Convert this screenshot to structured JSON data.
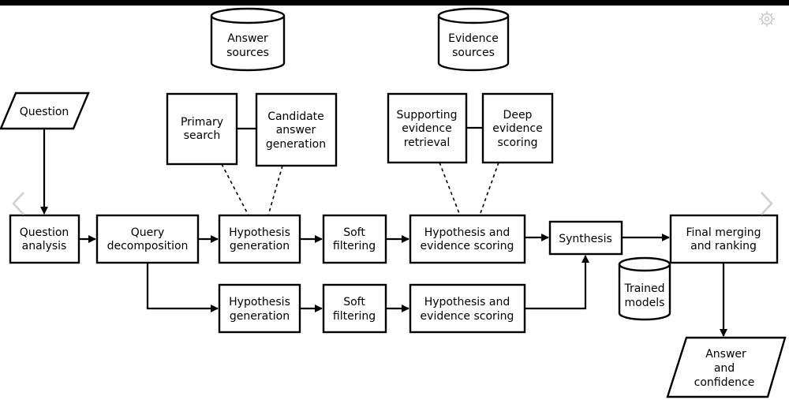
{
  "diagram": {
    "nodes": {
      "question": "Question",
      "question_analysis": [
        "Question",
        "analysis"
      ],
      "query_decomposition": [
        "Query",
        "decomposition"
      ],
      "hypothesis_generation_1": [
        "Hypothesis",
        "generation"
      ],
      "hypothesis_generation_2": [
        "Hypothesis",
        "generation"
      ],
      "soft_filtering_1": [
        "Soft",
        "filtering"
      ],
      "soft_filtering_2": [
        "Soft",
        "filtering"
      ],
      "hypothesis_evidence_scoring_1": [
        "Hypothesis and",
        "evidence scoring"
      ],
      "hypothesis_evidence_scoring_2": [
        "Hypothesis and",
        "evidence scoring"
      ],
      "synthesis": "Synthesis",
      "final_merging": [
        "Final merging",
        "and ranking"
      ],
      "answer_confidence": [
        "Answer",
        "and",
        "confidence"
      ],
      "primary_search": [
        "Primary",
        "search"
      ],
      "candidate_answer_generation": [
        "Candidate",
        "answer",
        "generation"
      ],
      "supporting_evidence_retrieval": [
        "Supporting",
        "evidence",
        "retrieval"
      ],
      "deep_evidence_scoring": [
        "Deep",
        "evidence",
        "scoring"
      ],
      "answer_sources": [
        "Answer",
        "sources"
      ],
      "evidence_sources": [
        "Evidence",
        "sources"
      ],
      "trained_models": [
        "Trained",
        "models"
      ]
    }
  },
  "viewer": {
    "icons": {
      "settings": "gear-icon",
      "previous": "chevron-left-icon",
      "next": "chevron-right-icon"
    },
    "colors": {
      "background": "#ffffff",
      "topbar": "#000000",
      "nav_arrow": "#cfcfcf"
    }
  }
}
